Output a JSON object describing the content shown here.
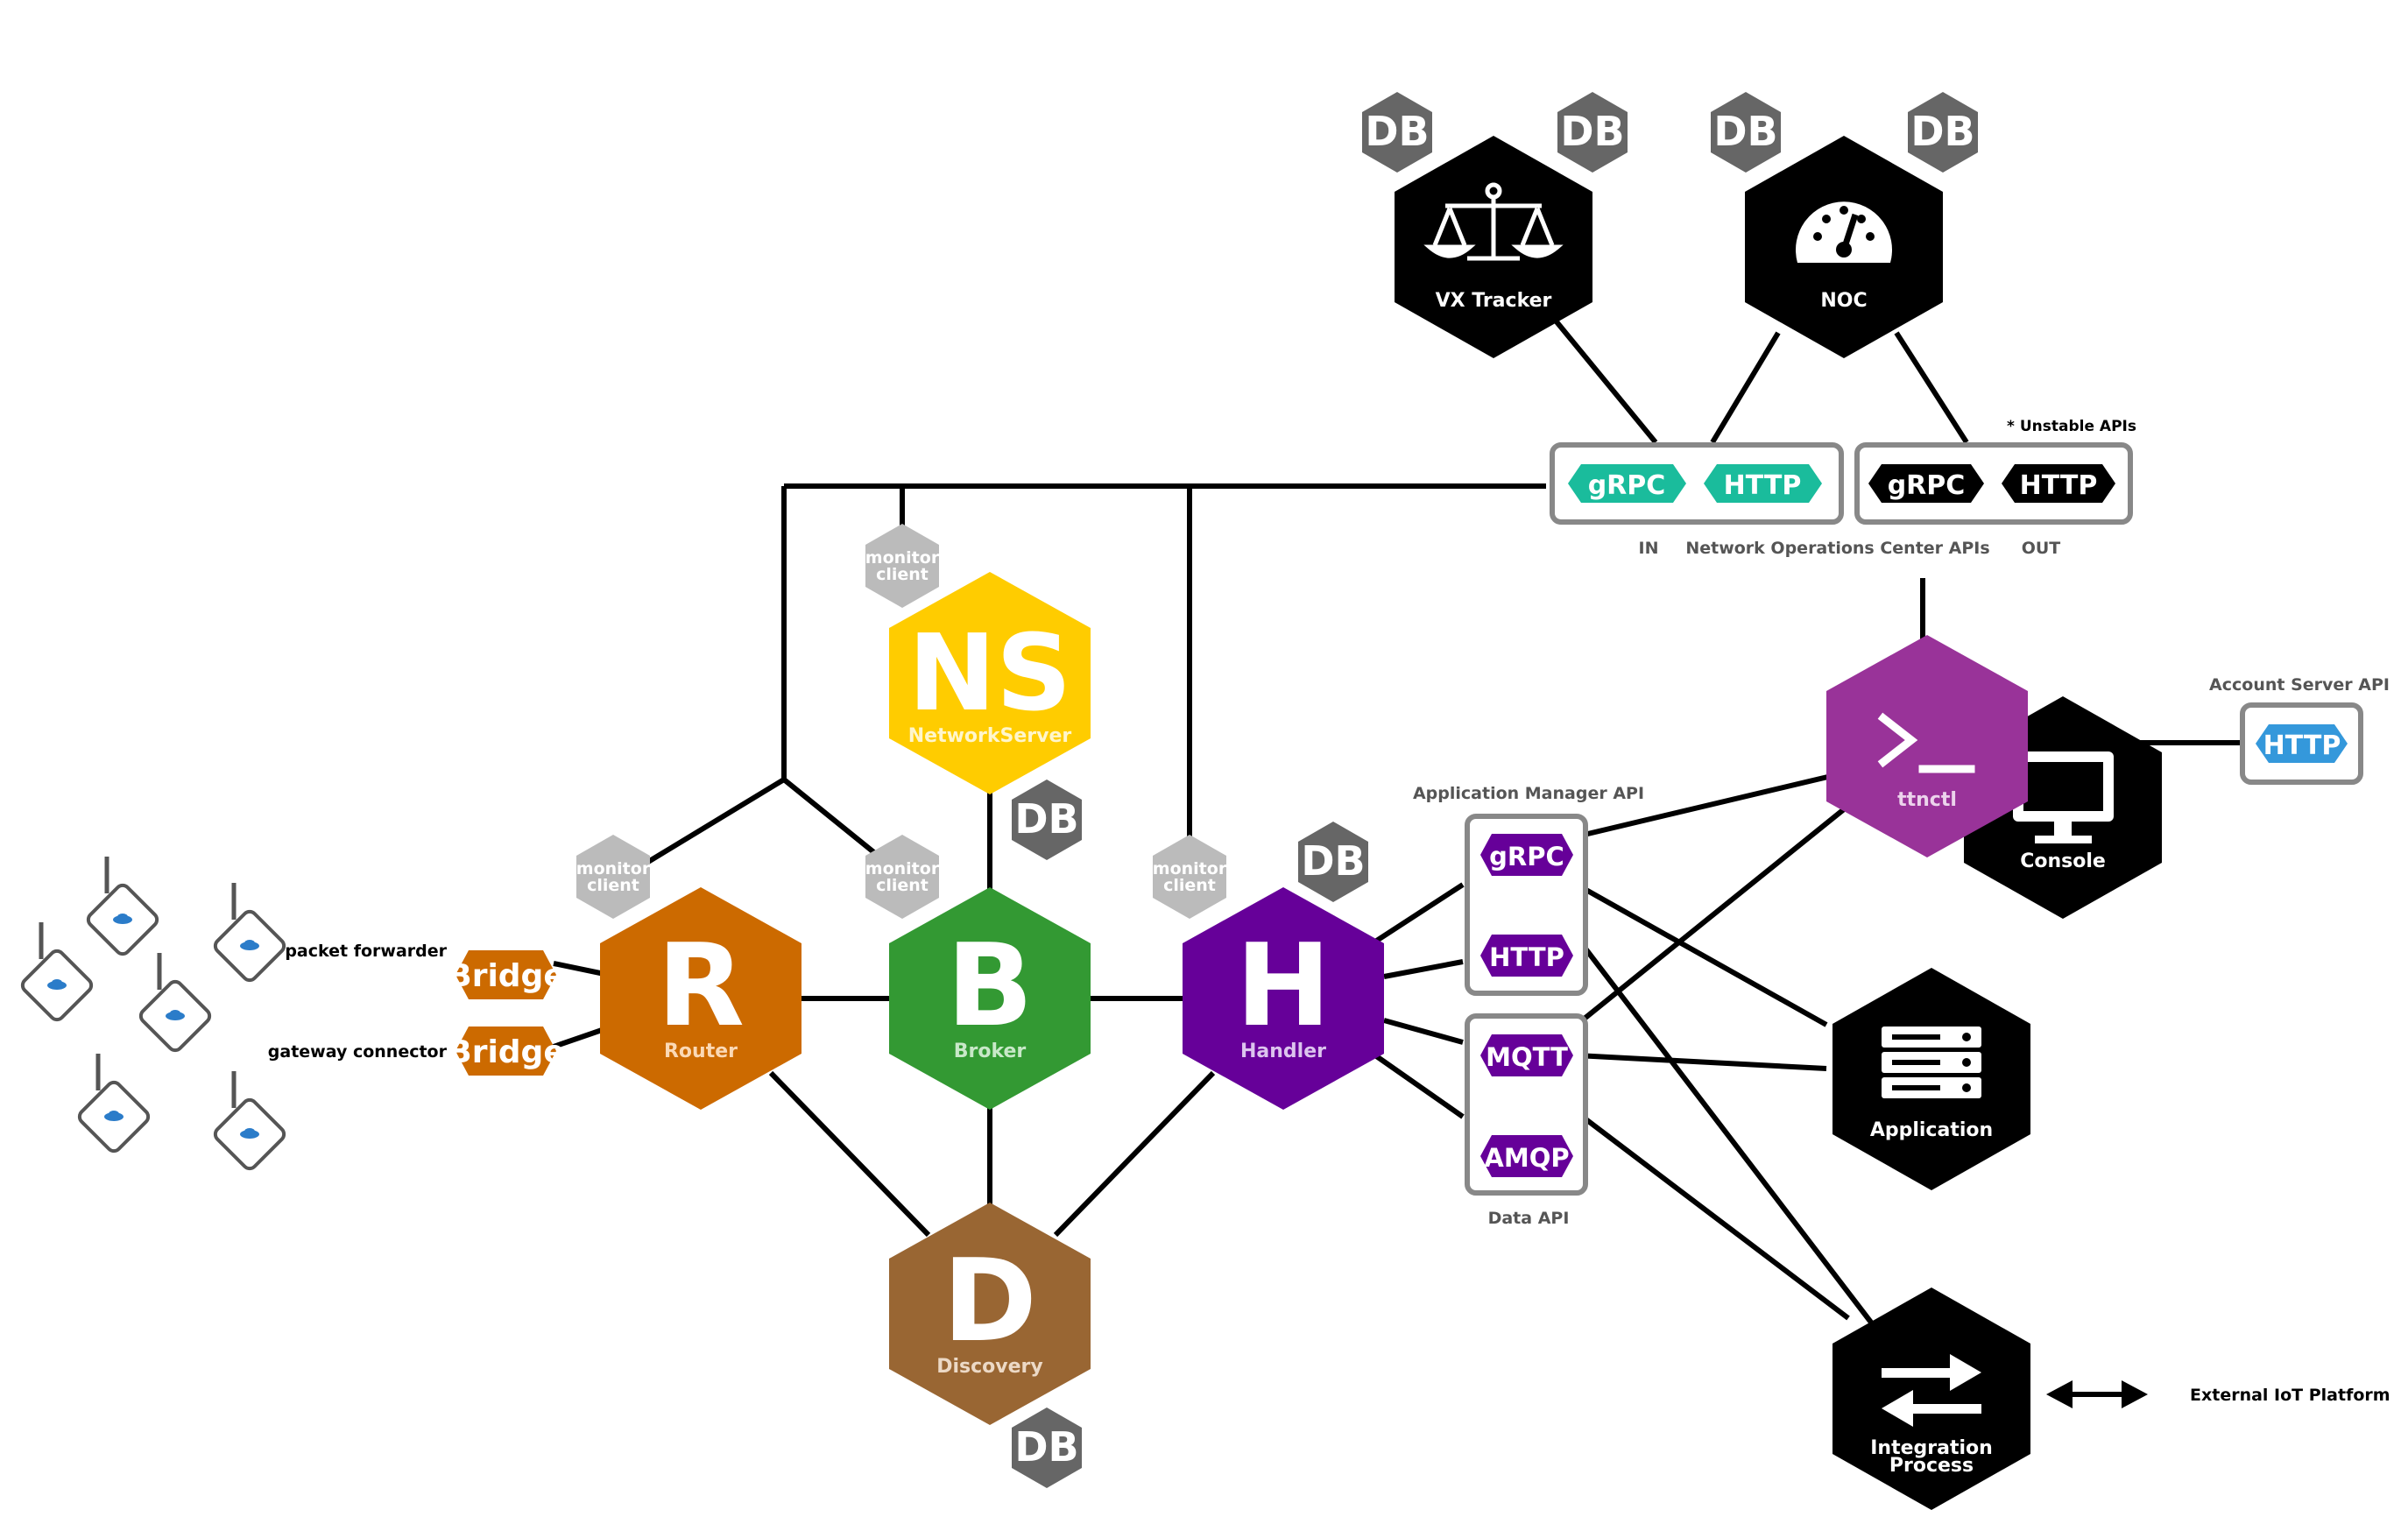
{
  "components": {
    "router": {
      "letter": "R",
      "label": "Router",
      "color": "#cc6a00"
    },
    "broker": {
      "letter": "B",
      "label": "Broker",
      "color": "#339933"
    },
    "handler": {
      "letter": "H",
      "label": "Handler",
      "color": "#660099"
    },
    "networkserver": {
      "letter": "NS",
      "label": "NetworkServer",
      "color": "#ffcc00"
    },
    "discovery": {
      "letter": "D",
      "label": "Discovery",
      "color": "#996633"
    },
    "vxtracker": {
      "label": "VX Tracker"
    },
    "noc": {
      "label": "NOC"
    },
    "ttnctl": {
      "label": "ttnctl",
      "color": "#993399"
    },
    "console": {
      "label": "Console"
    },
    "application": {
      "label": "Application"
    },
    "integration": {
      "label_line1": "Integration",
      "label_line2": "Process"
    }
  },
  "db_label": "DB",
  "monitor_client": {
    "line1": "monitor",
    "line2": "client"
  },
  "bridges": {
    "label": "Bridge",
    "packet_forwarder": "packet forwarder",
    "gateway_connector": "gateway connector"
  },
  "noc_api": {
    "title": "Network Operations Center APIs",
    "in_label": "IN",
    "out_label": "OUT",
    "unstable_note": "* Unstable APIs",
    "in_badges": [
      "gRPC",
      "HTTP"
    ],
    "out_badges": [
      "gRPC",
      "HTTP"
    ]
  },
  "app_manager_api": {
    "title": "Application Manager API",
    "badges": [
      "gRPC",
      "HTTP"
    ]
  },
  "data_api": {
    "title": "Data API",
    "badges": [
      "MQTT",
      "AMQP"
    ]
  },
  "account_server_api": {
    "title": "Account Server API",
    "badge": "HTTP"
  },
  "external": {
    "label": "External IoT Platform"
  },
  "colors": {
    "db": "#666666",
    "monitor": "#bbbbbb",
    "black": "#000000",
    "teal": "#1abc9c",
    "blue": "#3498db",
    "purple": "#660099"
  }
}
